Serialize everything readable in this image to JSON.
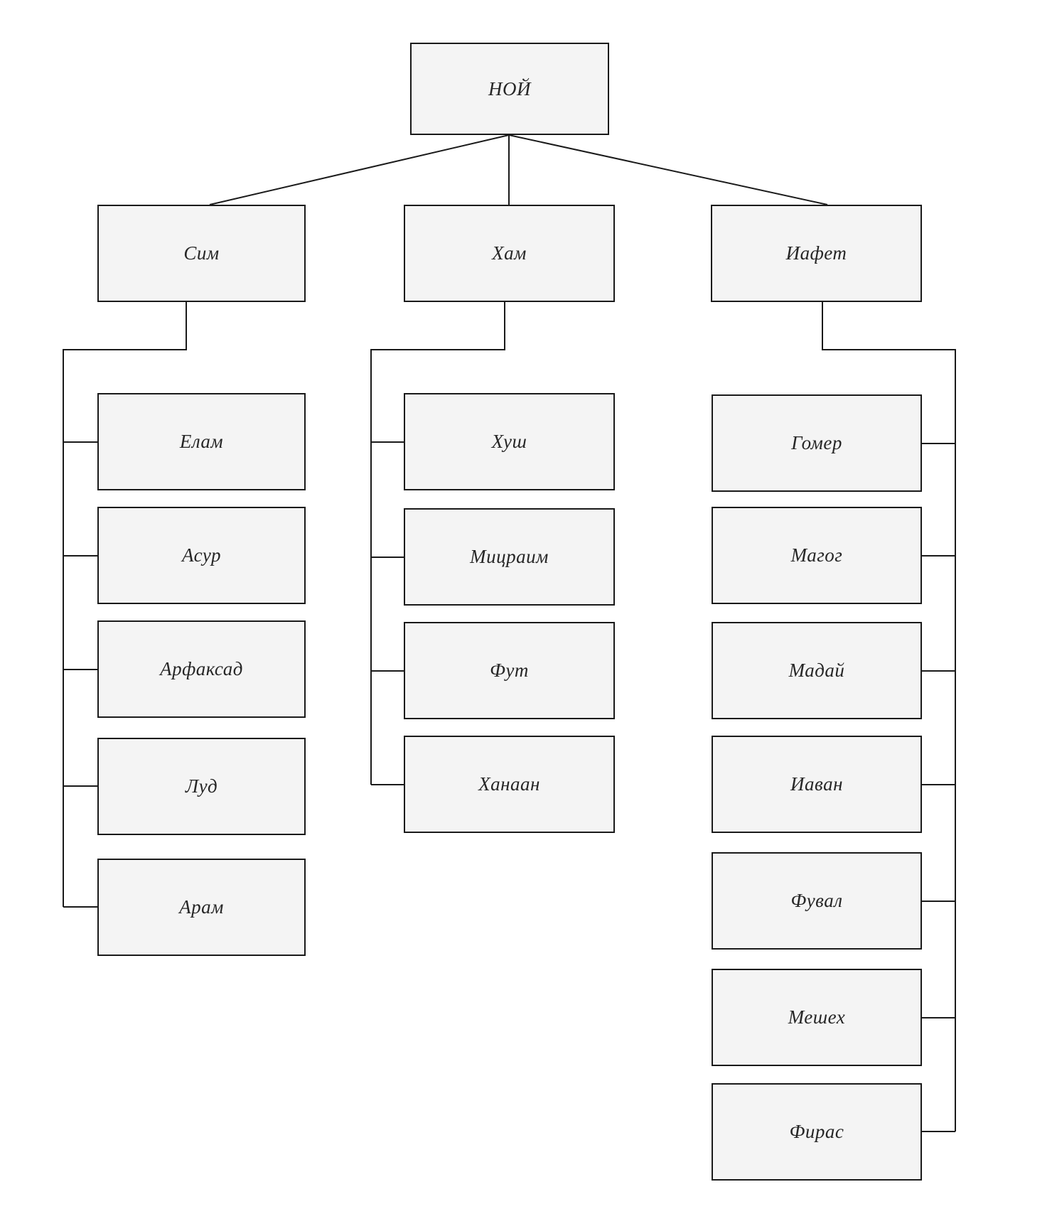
{
  "diagram": {
    "type": "family-tree",
    "language": "ru",
    "root": {
      "label": "НОЙ"
    },
    "branches": [
      {
        "label": "Сим",
        "children": [
          {
            "label": "Елам"
          },
          {
            "label": "Асур"
          },
          {
            "label": "Арфаксад"
          },
          {
            "label": "Луд"
          },
          {
            "label": "Арам"
          }
        ]
      },
      {
        "label": "Хам",
        "children": [
          {
            "label": "Хуш"
          },
          {
            "label": "Мицраим"
          },
          {
            "label": "Фут"
          },
          {
            "label": "Ханаан"
          }
        ]
      },
      {
        "label": "Иафет",
        "children": [
          {
            "label": "Гомер"
          },
          {
            "label": "Магог"
          },
          {
            "label": "Мадай"
          },
          {
            "label": "Иаван"
          },
          {
            "label": "Фувал"
          },
          {
            "label": "Мешех"
          },
          {
            "label": "Фирас"
          }
        ]
      }
    ]
  },
  "colors": {
    "box_fill": "#f4f4f4",
    "box_border": "#1a1a1a",
    "line_color": "#1a1a1a",
    "text_color": "#262626"
  }
}
